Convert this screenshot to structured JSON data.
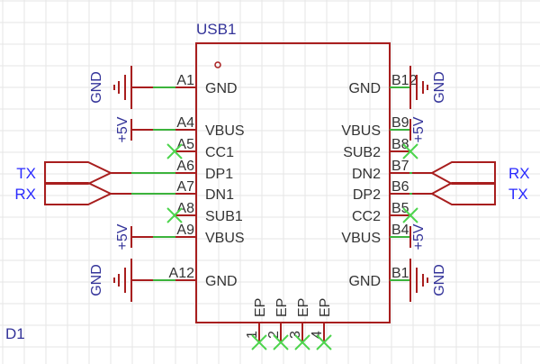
{
  "component": {
    "designator": "USB1",
    "left_pins": [
      {
        "num": "A1",
        "name": "GND",
        "net": "GND"
      },
      {
        "num": "A4",
        "name": "VBUS",
        "net": "+5V"
      },
      {
        "num": "A5",
        "name": "CC1",
        "net": ""
      },
      {
        "num": "A6",
        "name": "DP1",
        "net": "TX"
      },
      {
        "num": "A7",
        "name": "DN1",
        "net": "RX"
      },
      {
        "num": "A8",
        "name": "SUB1",
        "net": ""
      },
      {
        "num": "A9",
        "name": "VBUS",
        "net": "+5V"
      },
      {
        "num": "A12",
        "name": "GND",
        "net": "GND"
      }
    ],
    "right_pins": [
      {
        "num": "B12",
        "name": "GND",
        "net": "GND"
      },
      {
        "num": "B9",
        "name": "VBUS",
        "net": "+5V"
      },
      {
        "num": "B8",
        "name": "SUB2",
        "net": ""
      },
      {
        "num": "B7",
        "name": "DN2",
        "net": "RX"
      },
      {
        "num": "B6",
        "name": "DP2",
        "net": "TX"
      },
      {
        "num": "B5",
        "name": "CC2",
        "net": ""
      },
      {
        "num": "B4",
        "name": "VBUS",
        "net": "+5V"
      },
      {
        "num": "B1",
        "name": "GND",
        "net": "GND"
      }
    ],
    "bottom_pins": [
      {
        "num": "1",
        "name": "EP"
      },
      {
        "num": "2",
        "name": "EP"
      },
      {
        "num": "3",
        "name": "EP"
      },
      {
        "num": "4",
        "name": "EP"
      }
    ]
  },
  "other_designator": "D1",
  "colors": {
    "wire": "#a81e1e",
    "connected": "#3cb33c",
    "no_connect": "#4cd44c",
    "net_label": "#333399",
    "net_flag": "#2a2aff"
  }
}
